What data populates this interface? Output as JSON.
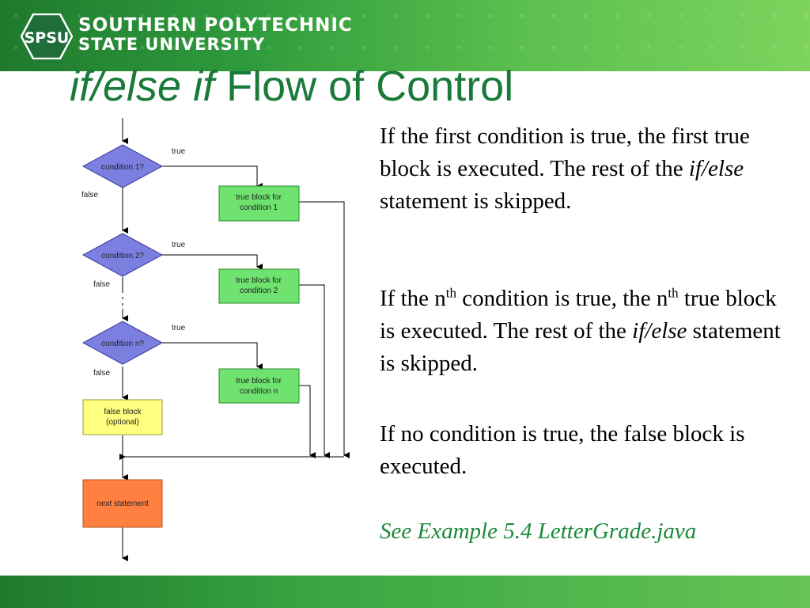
{
  "header": {
    "logo_badge": "SPSU",
    "logo_line1": "SOUTHERN POLYTECHNIC",
    "logo_line2": "STATE UNIVERSITY",
    "colors": {
      "banner": "#3aa642",
      "badge": "#1f6e3a"
    }
  },
  "slide": {
    "title_italic": "if/else if",
    "title_rest": " Flow of Control",
    "title_color": "#1a7a3a"
  },
  "flowchart": {
    "conditions": [
      "condition 1?",
      "condition 2?",
      "condition n?"
    ],
    "true_label": "true",
    "false_label": "false",
    "true_blocks": [
      [
        "true block for",
        "condition 1"
      ],
      [
        "true block for",
        "condition 2"
      ],
      [
        "true block for",
        "condition n"
      ]
    ],
    "false_block": [
      "false block",
      "(optional)"
    ],
    "next_statement": "next statement",
    "colors": {
      "condition": "#7b7fe0",
      "true_block": "#6fe26f",
      "false_block": "#ffff80",
      "next": "#ff8040"
    }
  },
  "body": {
    "p1_a": "If the first condition is true, the first true block is executed. The rest of the ",
    "p1_em": "if/else",
    "p1_b": " statement is skipped.",
    "p2_a": "If the n",
    "p2_sup1": "th",
    "p2_b": " condition is true, the n",
    "p2_sup2": "th",
    "p2_c": " true block is executed. The rest of the ",
    "p2_em": "if/else",
    "p2_d": " statement is skipped.",
    "p3": "If no condition is true, the false block is executed.",
    "p4": "See Example 5.4 LetterGrade.java"
  }
}
